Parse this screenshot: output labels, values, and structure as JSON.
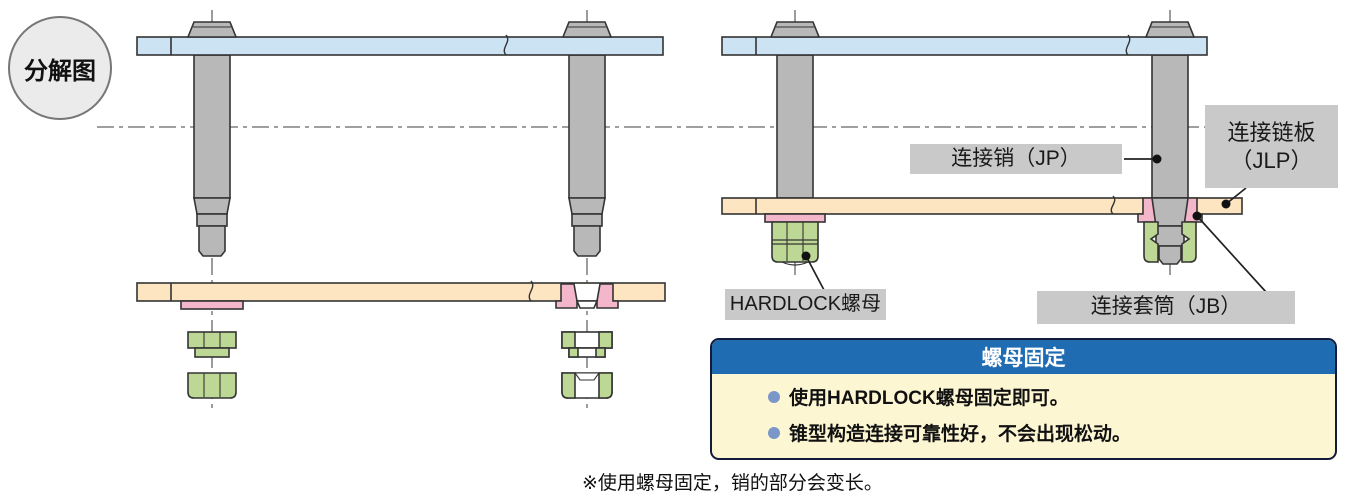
{
  "badge": {
    "label": "分解图"
  },
  "labels": {
    "connecting_pin": "连接销（JP）",
    "connecting_link_plate_line1": "连接链板",
    "connecting_link_plate_line2": "（JLP）",
    "hardlock_nut": "HARDLOCK螺母",
    "connecting_bushing": "连接套筒（JB）"
  },
  "info_box": {
    "title": "螺母固定",
    "bullets": [
      "使用HARDLOCK螺母固定即可。",
      "锥型构造连接可靠性好，不会出现松动。"
    ]
  },
  "footnote": "※使用螺母固定，销的部分会变长。",
  "colors": {
    "top_plate_blue": "#cce3f4",
    "link_plate_tan": "#fce5c0",
    "bushing_pink": "#f4b6cb",
    "nut_green": "#bdd894",
    "pin_gray": "#b8b8b8",
    "label_gray": "#c9c9c9",
    "info_header_blue": "#1f6cb2",
    "info_body_cream": "#fdf6d3",
    "info_border_navy": "#121c3a",
    "bullet_blue": "#7b97ca"
  }
}
